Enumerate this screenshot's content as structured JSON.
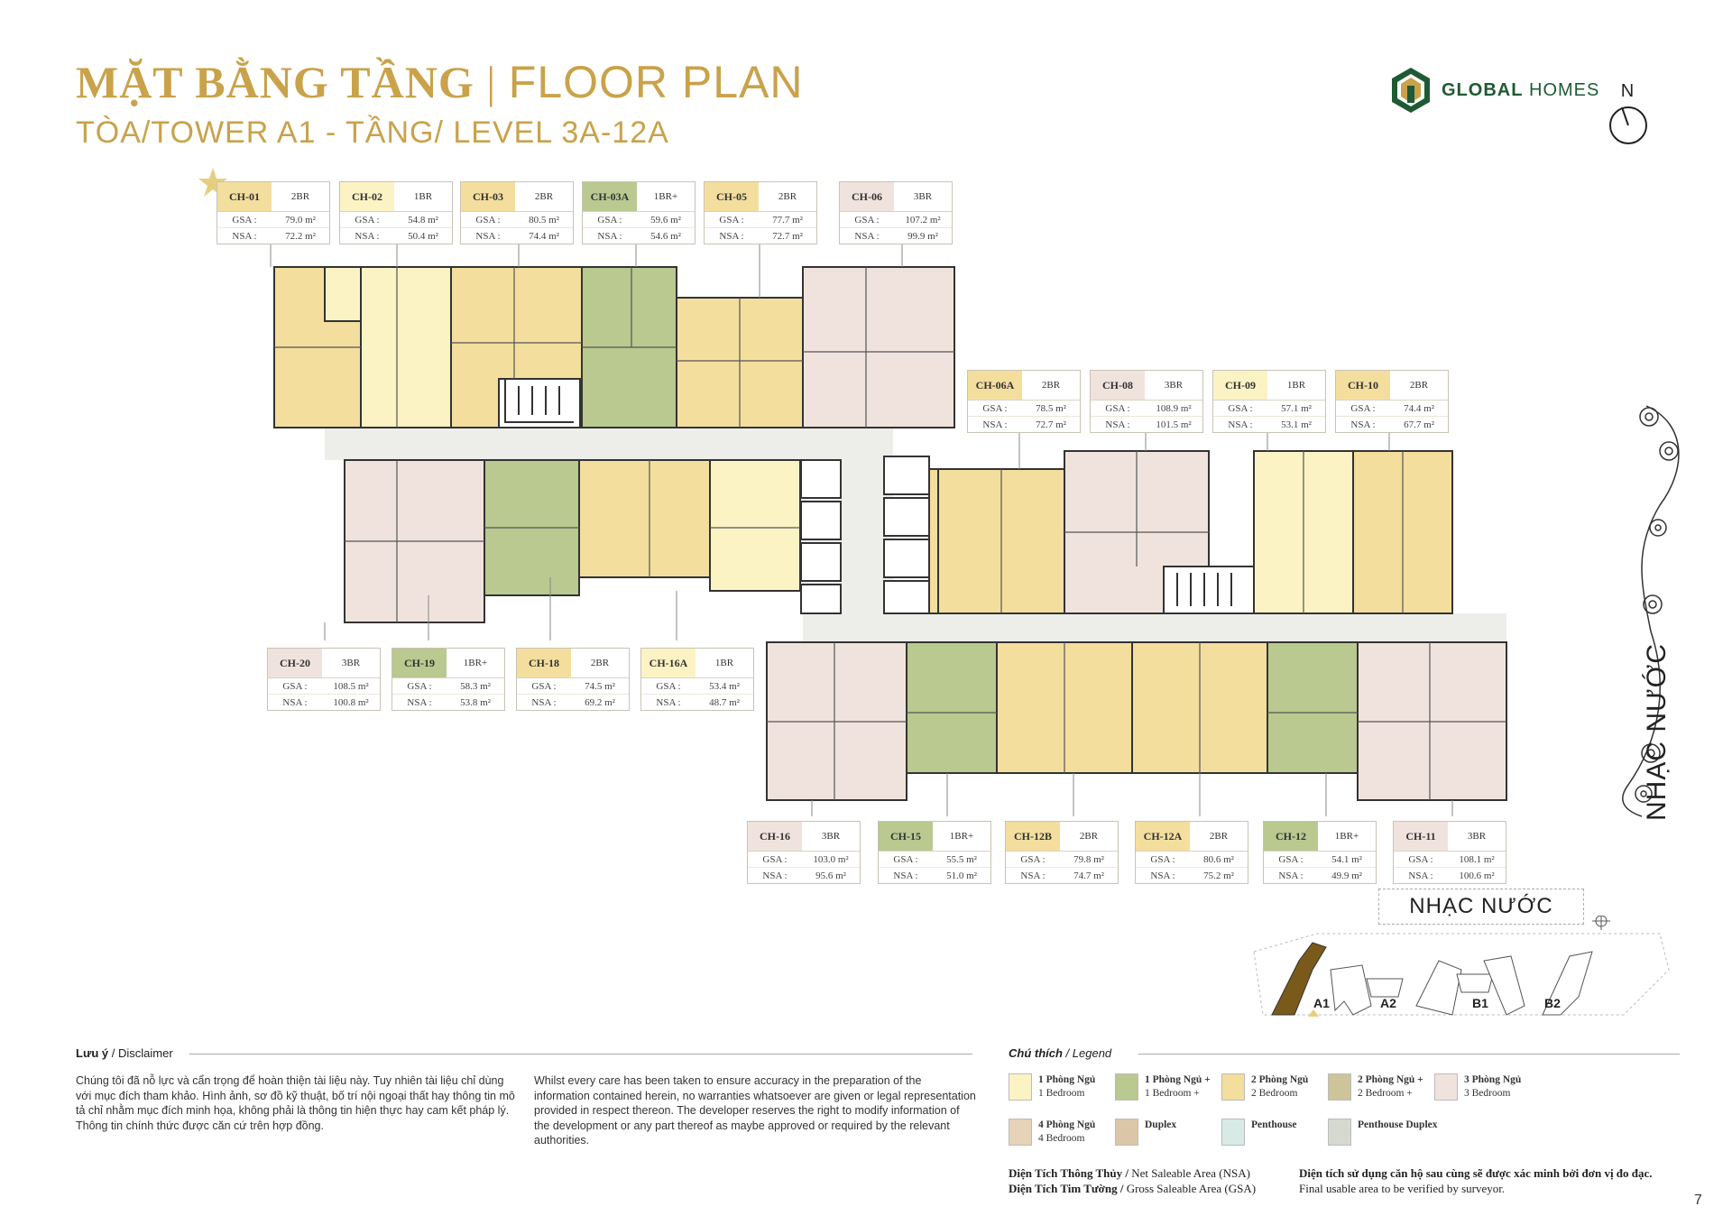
{
  "header": {
    "title_vi": "MẶT BẰNG TẦNG",
    "title_sep": "|",
    "title_en": "FLOOR PLAN",
    "subtitle": "TÒA/TOWER A1 - TẦNG/ LEVEL 3A-12A"
  },
  "brand": {
    "name_bold": "GLOBAL",
    "name_light": " HOMES",
    "color": "#1f5a34",
    "accent": "#c9a24a"
  },
  "compass": {
    "label": "N"
  },
  "colors": {
    "one_br": "#fbf3c4",
    "one_br_plus": "#b9c98f",
    "two_br": "#f3de9e",
    "two_br_plus": "#cdc49a",
    "three_br": "#f0e3de",
    "four_br": "#e6d3b8",
    "duplex": "#dcc6a8",
    "penthouse": "#d8eae6",
    "penthouse_duplex": "#d6d9cf",
    "corridor": "#ededea",
    "wall": "#333333"
  },
  "units": [
    {
      "code": "CH-01",
      "type": "2BR",
      "gsa": "79.0 m²",
      "nsa": "72.2 m²",
      "color": "#f3de9e"
    },
    {
      "code": "CH-02",
      "type": "1BR",
      "gsa": "54.8 m²",
      "nsa": "50.4 m²",
      "color": "#fbf3c4"
    },
    {
      "code": "CH-03",
      "type": "2BR",
      "gsa": "80.5 m²",
      "nsa": "74.4 m²",
      "color": "#f3de9e"
    },
    {
      "code": "CH-03A",
      "type": "1BR+",
      "gsa": "59.6 m²",
      "nsa": "54.6 m²",
      "color": "#b9c98f"
    },
    {
      "code": "CH-05",
      "type": "2BR",
      "gsa": "77.7 m²",
      "nsa": "72.7 m²",
      "color": "#f3de9e"
    },
    {
      "code": "CH-06",
      "type": "3BR",
      "gsa": "107.2 m²",
      "nsa": "99.9 m²",
      "color": "#f0e3de"
    },
    {
      "code": "CH-06A",
      "type": "2BR",
      "gsa": "78.5 m²",
      "nsa": "72.7 m²",
      "color": "#f3de9e"
    },
    {
      "code": "CH-08",
      "type": "3BR",
      "gsa": "108.9 m²",
      "nsa": "101.5 m²",
      "color": "#f0e3de"
    },
    {
      "code": "CH-09",
      "type": "1BR",
      "gsa": "57.1 m²",
      "nsa": "53.1 m²",
      "color": "#fbf3c4"
    },
    {
      "code": "CH-10",
      "type": "2BR",
      "gsa": "74.4 m²",
      "nsa": "67.7 m²",
      "color": "#f3de9e"
    },
    {
      "code": "CH-20",
      "type": "3BR",
      "gsa": "108.5 m²",
      "nsa": "100.8 m²",
      "color": "#f0e3de"
    },
    {
      "code": "CH-19",
      "type": "1BR+",
      "gsa": "58.3 m²",
      "nsa": "53.8 m²",
      "color": "#b9c98f"
    },
    {
      "code": "CH-18",
      "type": "2BR",
      "gsa": "74.5 m²",
      "nsa": "69.2 m²",
      "color": "#f3de9e"
    },
    {
      "code": "CH-16A",
      "type": "1BR",
      "gsa": "53.4 m²",
      "nsa": "48.7 m²",
      "color": "#fbf3c4"
    },
    {
      "code": "CH-16",
      "type": "3BR",
      "gsa": "103.0 m²",
      "nsa": "95.6 m²",
      "color": "#f0e3de"
    },
    {
      "code": "CH-15",
      "type": "1BR+",
      "gsa": "55.5 m²",
      "nsa": "51.0 m²",
      "color": "#b9c98f"
    },
    {
      "code": "CH-12B",
      "type": "2BR",
      "gsa": "79.8 m²",
      "nsa": "74.7 m²",
      "color": "#f3de9e"
    },
    {
      "code": "CH-12A",
      "type": "2BR",
      "gsa": "80.6 m²",
      "nsa": "75.2 m²",
      "color": "#f3de9e"
    },
    {
      "code": "CH-12",
      "type": "1BR+",
      "gsa": "54.1 m²",
      "nsa": "49.9 m²",
      "color": "#b9c98f"
    },
    {
      "code": "CH-11",
      "type": "3BR",
      "gsa": "108.1 m²",
      "nsa": "100.6 m²",
      "color": "#f0e3de"
    }
  ],
  "labels": {
    "gsa": "GSA :",
    "nsa": "NSA :"
  },
  "nhac_nuoc_vertical": "NHẠC NƯỚC",
  "nhac_nuoc_box": "NHẠC NƯỚC",
  "site": {
    "towers": [
      "A1",
      "A2",
      "B1",
      "B2"
    ],
    "highlight": "A1",
    "highlight_color": "#7a5a1a"
  },
  "disclaimer": {
    "title_bold": "Lưu ý",
    "title_rest": " / Disclaimer",
    "text_vi": "Chúng tôi đã nỗ lực và cẩn trọng để hoàn thiện tài liệu này. Tuy nhiên tài liệu chỉ dùng với mục đích tham khảo. Hình ảnh, sơ đồ kỹ thuật, bố trí nội ngoại thất hay thông tin mô tả chỉ nhằm mục đích minh họa, không phải là thông tin hiện thực hay cam kết pháp lý. Thông tin chính thức được căn cứ trên hợp đồng.",
    "text_en": "Whilst every care has been taken to ensure accuracy in the preparation of the information contained herein, no warranties whatsoever are given or legal representation provided in respect thereon. The developer reserves the right to modify information of the development or any part thereof as maybe approved or required by the relevant authorities."
  },
  "legend": {
    "title_bold": "Chú thích",
    "title_rest": " / Legend",
    "items": [
      {
        "vi": "1 Phòng Ngủ",
        "en": "1 Bedroom",
        "color": "#fbf3c4"
      },
      {
        "vi": "1 Phòng Ngủ +",
        "en": "1 Bedroom +",
        "color": "#b9c98f"
      },
      {
        "vi": "2 Phòng Ngủ",
        "en": "2 Bedroom",
        "color": "#f3de9e"
      },
      {
        "vi": "2 Phòng Ngủ +",
        "en": "2 Bedroom +",
        "color": "#cdc49a"
      },
      {
        "vi": "3 Phòng Ngủ",
        "en": "3 Bedroom",
        "color": "#f0e3de"
      },
      {
        "vi": "4 Phòng Ngủ",
        "en": "4 Bedroom",
        "color": "#e6d3b8"
      },
      {
        "vi": "Duplex",
        "en": "",
        "color": "#dcc6a8"
      },
      {
        "vi": "Penthouse",
        "en": "",
        "color": "#d8eae6"
      },
      {
        "vi": "Penthouse Duplex",
        "en": "",
        "color": "#d6d9cf"
      }
    ]
  },
  "notes": {
    "nsa_vi": "Diện Tích Thông Thủy /",
    "nsa_en": " Net Saleable Area (NSA)",
    "gsa_vi": "Diện Tích Tim Tường /",
    "gsa_en": " Gross Saleable Area (GSA)",
    "final_vi": "Diện tích sử dụng căn hộ sau cùng sẽ được xác minh bởi đơn vị đo đạc.",
    "final_en": "Final usable area to be verified by surveyor."
  },
  "page_number": "7"
}
